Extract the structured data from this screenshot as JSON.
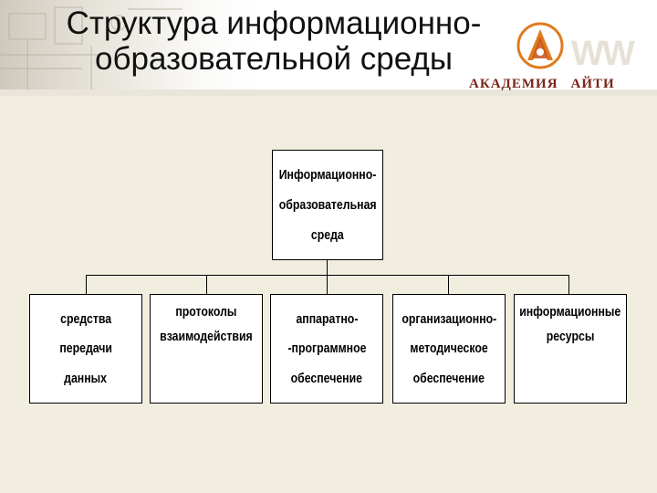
{
  "header": {
    "title_line1": "Структура информационно-",
    "title_line2": "образовательной среды",
    "logo_letters": "WW",
    "brand_part1": "АКАДЕМИЯ",
    "brand_part2": "АЙТИ"
  },
  "diagram": {
    "root": {
      "lines": [
        "Информационно-",
        "образовательная",
        "среда"
      ]
    },
    "children": [
      {
        "lines": [
          "средства",
          "передачи",
          "данных"
        ]
      },
      {
        "lines": [
          "протоколы",
          "взаимодействия"
        ]
      },
      {
        "lines": [
          "аппаратно-",
          "-программное",
          "обеспечение"
        ]
      },
      {
        "lines": [
          "организационно-",
          "методическое",
          "обеспечение"
        ]
      },
      {
        "lines": [
          "информационные",
          "ресурсы"
        ]
      }
    ]
  },
  "colors": {
    "background": "#f1eee0",
    "brand": "#7a2418",
    "logo_orange": "#e07a1e"
  }
}
